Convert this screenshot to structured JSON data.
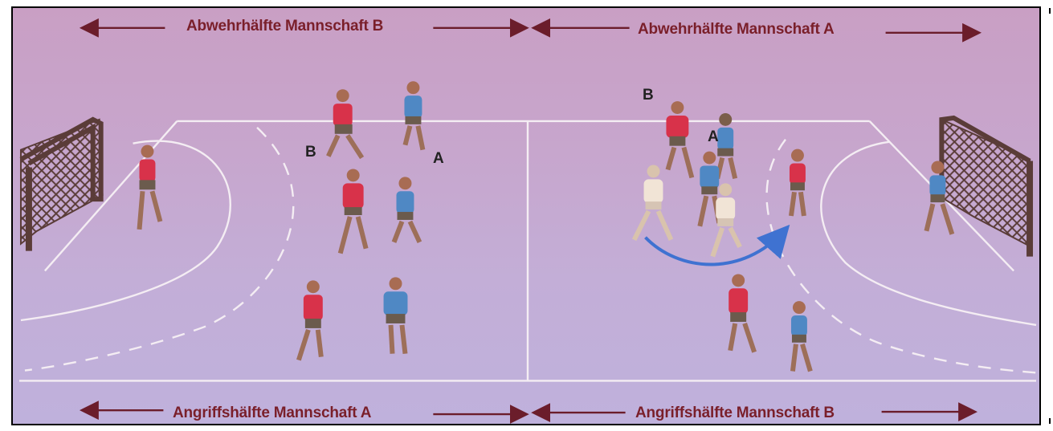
{
  "labels": {
    "top_left": "Abwehrhälfte Mannschaft B",
    "top_right": "Abwehrhälfte Mannschaft A",
    "bottom_left": "Angriffshälfte Mannschaft A",
    "bottom_right": "Angriffshälfte Mannschaft B"
  },
  "markers": {
    "left_b": "B",
    "left_a": "A",
    "right_b": "B",
    "right_a": "A"
  },
  "colors": {
    "team_red": "#d8324a",
    "team_blue": "#4f88c4",
    "team_white": "#f1e4d6",
    "court_line": "#f4edf3",
    "arrow_dark": "#6b1d2b",
    "run_arrow": "#3f72d1"
  }
}
